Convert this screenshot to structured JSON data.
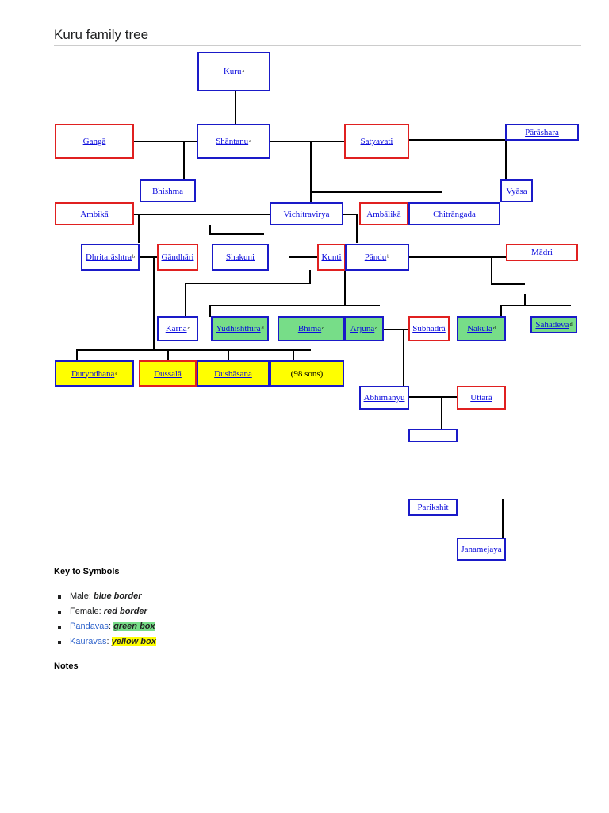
{
  "page": {
    "title": "Kuru family tree"
  },
  "tree": {
    "kuru": "Kuru",
    "kuru_note": "a",
    "ganga": "Gangā",
    "shantanu": "Shāntanu",
    "shantanu_note": "a",
    "satyavati": "Satyavati",
    "parashara": "Pārāshara",
    "bhishma": "Bhishma",
    "vyasa": "Vyāsa",
    "ambika": "Ambikā",
    "vichitravirya": "Vichitravirya",
    "ambalika": "Ambālikā",
    "chitrangada": "Chitrāngada",
    "dhritarashtra": "Dhritarāshtra",
    "dhritarashtra_note": "b",
    "gandhari": "Gāndhāri",
    "shakuni": "Shakuni",
    "kunti": "Kunti",
    "pandu": "Pāndu",
    "pandu_note": "b",
    "madri": "Mādri",
    "karna": "Karna",
    "karna_note": "c",
    "yudhishthira": "Yudhishthira",
    "yudhishthira_note": "d",
    "bhima": "Bhima",
    "bhima_note": "d",
    "arjuna": "Arjuna",
    "arjuna_note": "d",
    "subhadra": "Subhadrā",
    "nakula": "Nakula",
    "nakula_note": "d",
    "sahadeva": "Sahadeva",
    "sahadeva_note": "d",
    "duryodhana": "Duryodhana",
    "duryodhana_note": "e",
    "dussala": "Dussalā",
    "dushasana": "Dushāsana",
    "sons98": "(98 sons)",
    "abhimanyu": "Abhimanyu",
    "uttara": "Uttarā",
    "parikshit": "Parikshit",
    "janamejaya": "Janamejaya"
  },
  "key": {
    "title": "Key to Symbols",
    "male_label": "Male: ",
    "male_desc": "blue border",
    "female_label": "Female: ",
    "female_desc": "red border",
    "pandavas_link": "Pandavas",
    "pandavas_desc": "green box",
    "kauravas_link": "Kauravas",
    "kauravas_desc": "yellow box",
    "colon": ": "
  },
  "notes": {
    "title": "Notes"
  },
  "colors": {
    "male_border": "#1a1ac8",
    "female_border": "#e02020",
    "pandava_fill": "#77dd88",
    "kaurava_fill": "#ffff00",
    "link": "#0b0bdd"
  }
}
